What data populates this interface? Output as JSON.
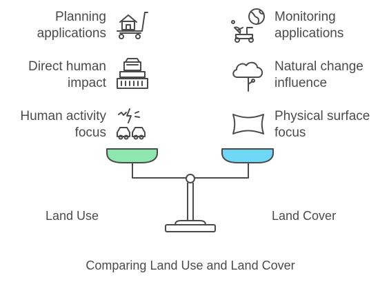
{
  "left_side": {
    "title": "Land Use",
    "pan_color": "#8fe7b0",
    "items": [
      {
        "line1": "Planning",
        "line2": "applications",
        "icon": "house-cart-icon"
      },
      {
        "line1": "Direct human",
        "line2": "impact",
        "icon": "harvester-icon"
      },
      {
        "line1": "Human activity",
        "line2": "focus",
        "icon": "traffic-cars-icon"
      }
    ]
  },
  "right_side": {
    "title": "Land Cover",
    "pan_color": "#6fd8f7",
    "items": [
      {
        "line1": "Monitoring",
        "line2": "applications",
        "icon": "satellite-globe-icon"
      },
      {
        "line1": "Natural change",
        "line2": "influence",
        "icon": "cloud-tree-icon"
      },
      {
        "line1": "Physical surface",
        "line2": "focus",
        "icon": "terrain-surface-icon"
      }
    ]
  },
  "footer": {
    "caption": "Comparing Land Use and Land Cover"
  }
}
